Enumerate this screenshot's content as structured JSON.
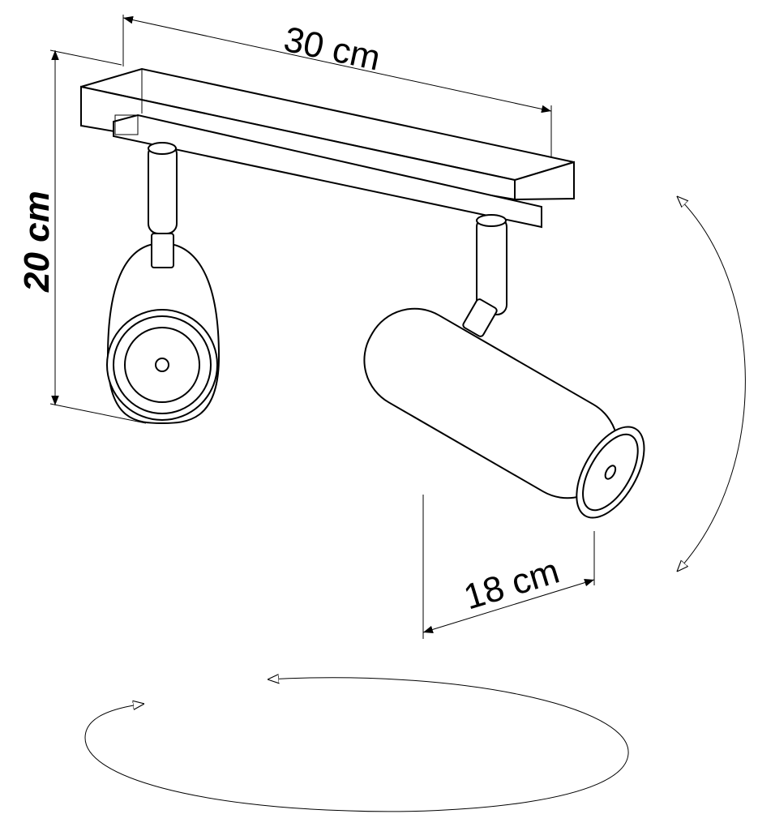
{
  "diagram": {
    "dimensions": {
      "width_label": "30 cm",
      "height_label": "20 cm",
      "spot_length_label": "18 cm"
    },
    "colors": {
      "line": "#000000",
      "background": "#ffffff"
    }
  }
}
